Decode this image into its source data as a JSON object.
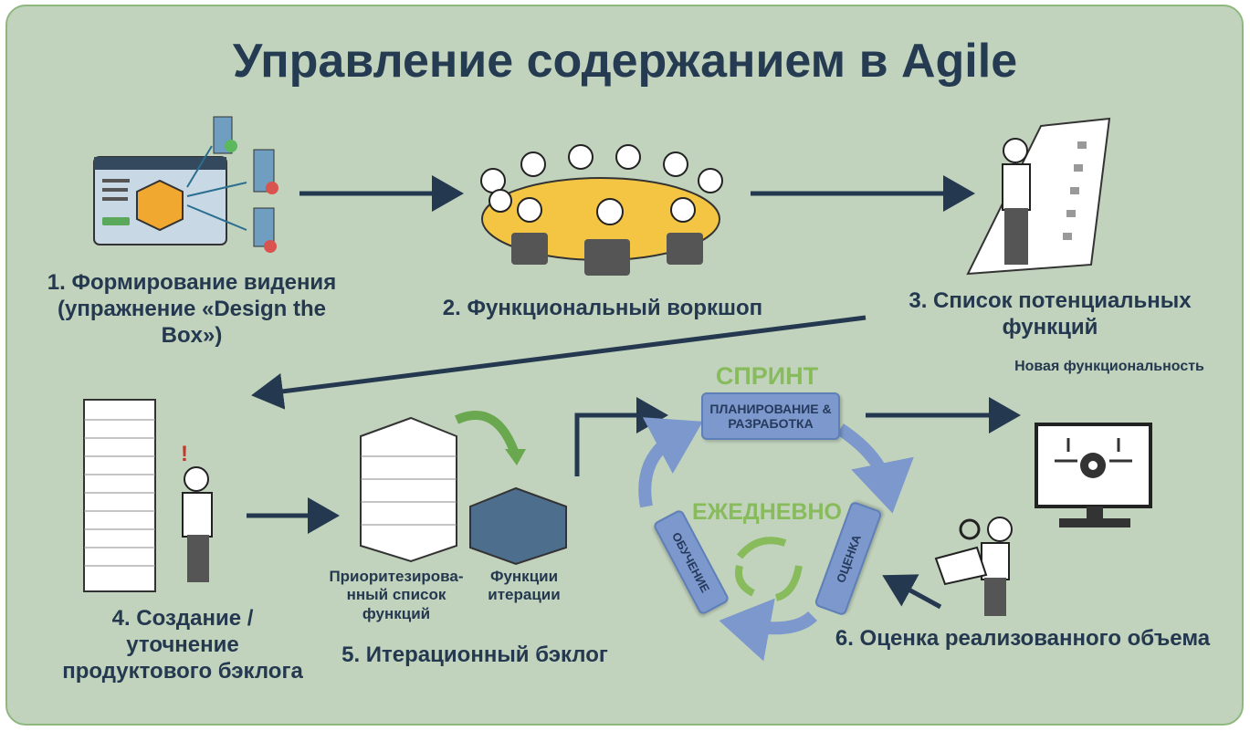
{
  "title": "Управление содержанием в Agile",
  "steps": [
    {
      "label": "1. Формирование видения (упражнение «Design the Box»)"
    },
    {
      "label": "2. Функциональный воркшоп"
    },
    {
      "label": "3. Список потенциальных функций"
    },
    {
      "label": "4. Создание / уточнение продуктового бэклога"
    },
    {
      "label": "5.  Итерационный бэклог"
    },
    {
      "label": "6. Оценка реализованного объема"
    }
  ],
  "backlog": {
    "prioritized": "Приоритезирова-нный список функций",
    "iteration": "Функции итерации"
  },
  "sprint": {
    "title": "СПРИНТ",
    "daily": "ЕЖЕДНЕВНО",
    "planning": "ПЛАНИРОВАНИЕ & РАЗРАБОТКА",
    "review": "ОЦЕНКА",
    "learning": "ОБУЧЕНИЕ"
  },
  "new_functionality": "Новая функциональность",
  "colors": {
    "background": "#c2d3bd",
    "text": "#24384f",
    "green": "#88bb5c",
    "box": "#7c98cc"
  }
}
